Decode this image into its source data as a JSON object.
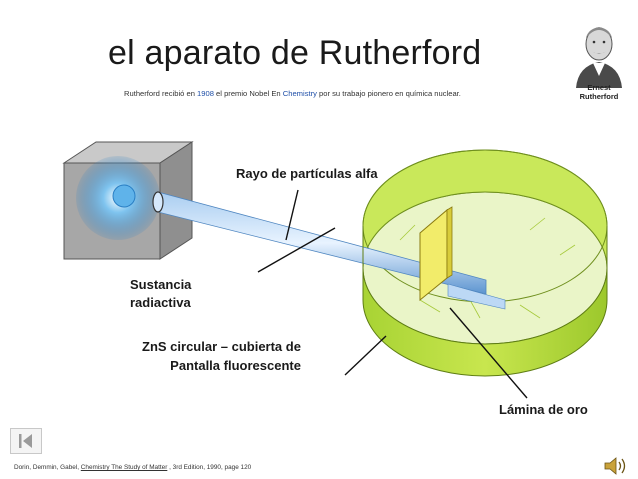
{
  "title": "el aparato de Rutherford",
  "subtitle": {
    "prefix": "Rutherford recibió en ",
    "year": "1908",
    "mid": " el premio Nobel En ",
    "field": "Chemistry",
    "suffix": " por su trabajo pionero en química nuclear."
  },
  "portrait": {
    "caption_line1": "Ernest",
    "caption_line2": "Rutherford"
  },
  "labels": {
    "ray": "Rayo de partículas alfa",
    "substance_line1": "Sustancia",
    "substance_line2": "radiactiva",
    "zns_line1": "ZnS circular – cubierta de",
    "zns_line2": "Pantalla fluorescente",
    "gold": "Lámina de oro"
  },
  "citation": {
    "authors": "Dorin, Demmin, Gabel, ",
    "book": "Chemistry The Study of Matter",
    "rest": " , 3rd Edition, 1990, page 120"
  },
  "colors": {
    "accent_blue": "#1f4fa8",
    "ring_green": "#b8dc3a",
    "foil_yellow": "#f2ec6a",
    "beam_blue": "#6fa8dc"
  },
  "icons": {
    "nav": "back-arrow-icon",
    "audio": "speaker-icon"
  }
}
